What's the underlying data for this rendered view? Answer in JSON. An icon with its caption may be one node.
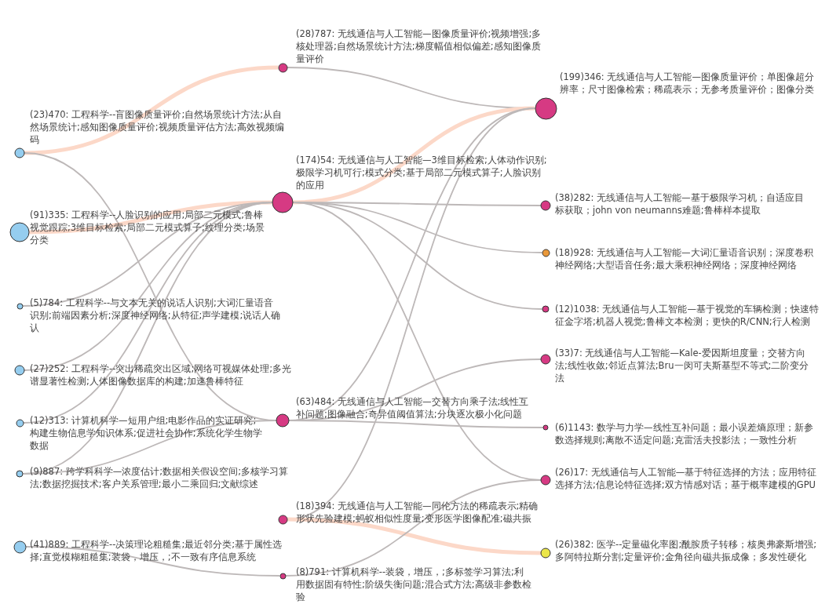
{
  "diagram": {
    "nodes": [
      {
        "text": [
          "(23)470: 工程科学--盲图像质量评价;自然场景统计方法;从自然场景统计;感知图像质量评价;视频质量评估方法;高效视频编码"
        ]
      },
      {
        "text": [
          "(91)335: 工程科学--人脸识别的应用;局部二元模式;鲁棒视觉跟踪;3维目标检索;局部二元模式算子;纹理分类;场景分类"
        ]
      },
      {
        "text": [
          "(5)784: 工程科学--与文本无关的说话人识别;大词汇量语音识别;前端因素分析;深度神经网络;从特征;声学建模;说话人确认"
        ]
      },
      {
        "text": [
          "(27)252: 工程科学--突出稀疏突出区域;网络可视媒体处理;多光谱显著性检测;人体图像数据库的构建;加速鲁棒特征"
        ]
      },
      {
        "text": [
          "(12)313: 计算机科学—短用户组;电影作品的实证研究;构建生物信息学知识体系;促进社会协作;系统化学生物学数据"
        ]
      },
      {
        "text": [
          "(9)887: 跨学科科学—浓度估计;数据相关假设空间;多核学习算法;数据挖掘技术;客户关系管理;最小二乘回归;文献综述"
        ]
      },
      {
        "text": [
          "(41)889: 工程科学--决策理论粗糙集;最近邻分类;基于属性选择;直觉模糊粗糙集;装袋，增压，;不一致有序信息系统"
        ]
      },
      {
        "text": [
          "(28)787: 无线通信与人工智能—图像质量评价;视频增强;多核处理器;自然场景统计方法;梯度幅值相似偏差;感知图像质量评价"
        ]
      },
      {
        "text": [
          "(174)54: 无线通信与人工智能—3维目标检索;人体动作识别;极限学习机可行;模式分类;基于局部二元模式算子;人脸识别的应用"
        ]
      },
      {
        "text": [
          "(63)484: 无线通信与人工智能—交替方向乘子法;线性互补问题;图像融合;奇异值阈值算法;分块逐次极小化问题"
        ]
      },
      {
        "text": [
          "(18)394: 无线通信与人工智能—同伦方法的稀疏表示;精确形状先验建模;蚂蚁相似性度量;变形医学图像配准;磁共振"
        ]
      },
      {
        "text": [
          "(8)791: 计算机科学--装袋，增压，;多标签学习算法;利用数据固有特性;阶级失衡问题;混合式方法;高级非参数检验"
        ]
      },
      {
        "text": [
          "(199)346: 无线通信与人工智能—图像质量评价；单图像超分辨率；尺寸图像检索；稀疏表示；无参考质量评价；图像分类"
        ]
      },
      {
        "text": [
          "(38)282: 无线通信与人工智能—基于极限学习机；自适应目标获取；john von neumanns难题;鲁棒样本提取"
        ]
      },
      {
        "text": [
          "(18)928: 无线通信与人工智能—大词汇量语音识别；深度卷积神经网络;大型语音任务;最大乘积神经网络；深度神经网络"
        ]
      },
      {
        "text": [
          "(12)1038: 无线通信与人工智能—基于视觉的车辆检测；快速特征金字塔;机器人视觉;鲁棒文本检测；更快的R/CNN;行人检测"
        ]
      },
      {
        "text": [
          "(33)7: 无线通信与人工智能—Kale-爱因斯坦度量；交替方向法;线性收敛;邻近点算法;Bru一闵可夫斯基型不等式;二阶变分法"
        ]
      },
      {
        "text": [
          "(6)1143: 数学与力学—线性互补问题；最小误差熵原理；新参数选择规则;离散不适定问题;克雷活夫投影法；一致性分析"
        ]
      },
      {
        "text": [
          "(26)17: 无线通信与人工智能—基于特征选择的方法；应用特征选择方法;信息论特征选择;双方情感对话；基于概率建模的GPU"
        ]
      },
      {
        "text": [
          "(26)382: 医学--定量磁化率图;酰胺质子转移；核奥弗豪斯增强;多阿特拉斯分割;定量评价;金角径向磁共振成像；多发性硬化"
        ]
      }
    ],
    "edges": [
      {
        "from": 0,
        "to": 7,
        "arrow": "none",
        "style": "thick",
        "color": "#fcd8c8"
      },
      {
        "from": 0,
        "to": 9,
        "arrow": "none"
      },
      {
        "from": 1,
        "to": 8,
        "arrow": "none",
        "style": "thick",
        "color": "#fcd8c8"
      },
      {
        "from": 2,
        "to": 8,
        "arrow": "none"
      },
      {
        "from": 3,
        "to": 8,
        "arrow": "none"
      },
      {
        "from": 4,
        "to": 8,
        "arrow": "none"
      },
      {
        "from": 5,
        "to": 8,
        "arrow": "none"
      },
      {
        "from": 5,
        "to": 9,
        "arrow": "none"
      },
      {
        "from": 6,
        "to": 11,
        "arrow": "none"
      },
      {
        "from": 7,
        "to": 12,
        "arrow": "none"
      },
      {
        "from": 8,
        "to": 12,
        "arrow": "none",
        "style": "thick",
        "color": "#fcd8c8"
      },
      {
        "from": 8,
        "to": 13,
        "arrow": "none"
      },
      {
        "from": 8,
        "to": 14,
        "arrow": "none"
      },
      {
        "from": 8,
        "to": 15,
        "arrow": "none"
      },
      {
        "from": 8,
        "to": 18,
        "arrow": "none"
      },
      {
        "from": 9,
        "to": 12,
        "arrow": "none"
      },
      {
        "from": 9,
        "to": 16,
        "arrow": "none"
      },
      {
        "from": 9,
        "to": 17,
        "arrow": "none"
      },
      {
        "from": 10,
        "to": 12,
        "arrow": "none"
      },
      {
        "from": 10,
        "to": 19,
        "arrow": "none",
        "style": "thick",
        "color": "#fcd8c8"
      },
      {
        "from": 11,
        "to": 18,
        "arrow": "none"
      }
    ]
  }
}
